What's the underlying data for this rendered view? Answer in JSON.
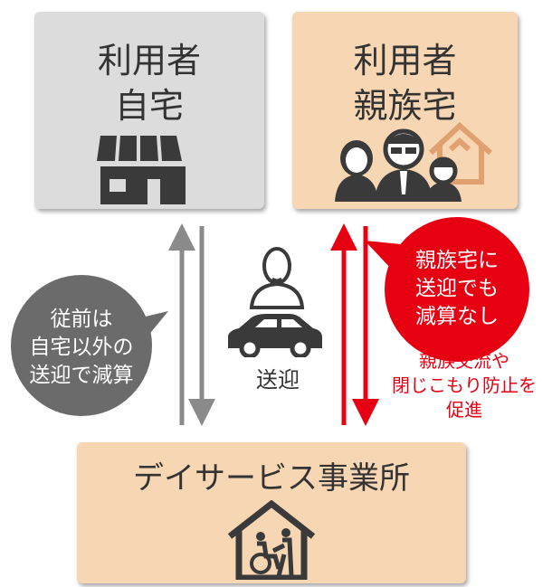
{
  "home": {
    "line1": "利用者",
    "line2": "自宅",
    "icon": "store-icon",
    "color": "#dcdcdc"
  },
  "relative_home": {
    "line1": "利用者",
    "line2": "親族宅",
    "icon": "family-house-icon",
    "color": "#f7d6b3"
  },
  "service": {
    "title": "デイサービス事業所",
    "icon": "care-house-icon",
    "color": "#f7d6b3"
  },
  "left_bubble": {
    "line1": "従前は",
    "line2": "自宅以外の",
    "line3": "送迎で減算",
    "color": "#6b6b6b"
  },
  "right_bubble": {
    "line1": "親族宅に",
    "line2": "送迎でも",
    "line3": "減算なし",
    "color": "#e60012"
  },
  "transport": {
    "label": "送迎",
    "icons": [
      "person-icon",
      "car-icon"
    ]
  },
  "red_note": {
    "line1": "親族交流や",
    "line2": "閉じこもり防止を",
    "line3": "促進"
  },
  "arrow_colors": {
    "gray": "#8a8a8a",
    "red": "#e60012"
  }
}
